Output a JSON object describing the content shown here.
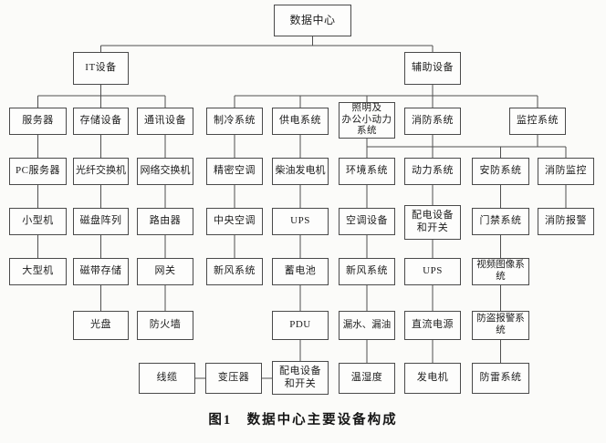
{
  "figure": {
    "caption": "图1　数据中心主要设备构成"
  },
  "colors": {
    "line": "#4f4f4f",
    "box_border": "#4a4a4a",
    "background": "#fbfbf9",
    "text": "#1c1c1c"
  },
  "nodes": {
    "root": {
      "label": "数据中心"
    },
    "it": {
      "label": "IT设备"
    },
    "aux": {
      "label": "辅助设备"
    },
    "server": {
      "label": "服务器"
    },
    "storage": {
      "label": "存储设备"
    },
    "comm": {
      "label": "通讯设备"
    },
    "cooling": {
      "label": "制冷系统"
    },
    "power": {
      "label": "供电系统"
    },
    "lighting": {
      "label": "照明及\n办公小动力\n系统"
    },
    "fire": {
      "label": "消防系统"
    },
    "monitor": {
      "label": "监控系统"
    },
    "pc_server": {
      "label": "PC服务器"
    },
    "fiber_switch": {
      "label": "光纤交换机"
    },
    "net_switch": {
      "label": "网络交换机"
    },
    "precision_ac": {
      "label": "精密空调"
    },
    "diesel_gen": {
      "label": "柴油发电机"
    },
    "env_sys": {
      "label": "环境系统"
    },
    "power_sys": {
      "label": "动力系统"
    },
    "security_sys": {
      "label": "安防系统"
    },
    "fire_monitor": {
      "label": "消防监控"
    },
    "minicomputer": {
      "label": "小型机"
    },
    "disk_array": {
      "label": "磁盘阵列"
    },
    "router": {
      "label": "路由器"
    },
    "central_ac": {
      "label": "中央空调"
    },
    "ups_power": {
      "label": "UPS"
    },
    "ac_equip": {
      "label": "空调设备"
    },
    "dist_switch_mon": {
      "label": "配电设备\n和开关"
    },
    "access_ctrl": {
      "label": "门禁系统"
    },
    "fire_alarm": {
      "label": "消防报警"
    },
    "mainframe": {
      "label": "大型机"
    },
    "tape_storage": {
      "label": "磁带存储"
    },
    "gateway": {
      "label": "网关"
    },
    "fresh_air_cool": {
      "label": "新风系统"
    },
    "battery": {
      "label": "蓄电池"
    },
    "fresh_air_env": {
      "label": "新风系统"
    },
    "ups_mon": {
      "label": "UPS"
    },
    "video_sys": {
      "label": "视频图像系统"
    },
    "optical_disc": {
      "label": "光盘"
    },
    "firewall": {
      "label": "防火墙"
    },
    "pdu": {
      "label": "PDU"
    },
    "leak": {
      "label": "漏水、漏油"
    },
    "dc_power": {
      "label": "直流电源"
    },
    "burglar_alarm": {
      "label": "防盗报警系统"
    },
    "cable": {
      "label": "线缆"
    },
    "transformer": {
      "label": "变压器"
    },
    "dist_switch_pow": {
      "label": "配电设备\n和开关"
    },
    "temp_humidity": {
      "label": "温湿度"
    },
    "generator": {
      "label": "发电机"
    },
    "lightning": {
      "label": "防雷系统"
    }
  }
}
